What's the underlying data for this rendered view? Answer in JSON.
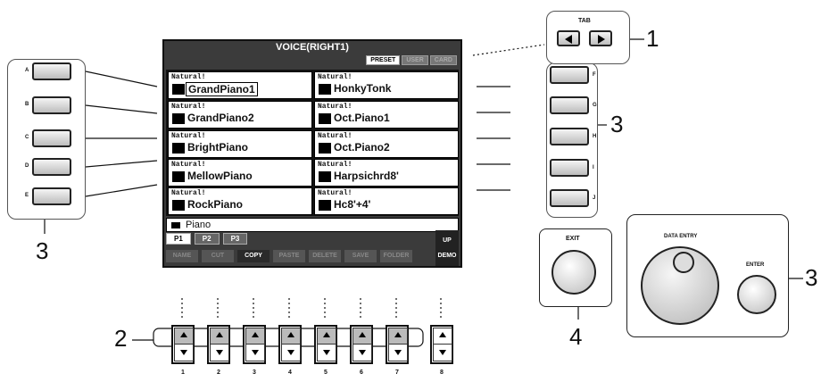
{
  "screen": {
    "title": "VOICE(RIGHT1)",
    "tabs": [
      "PRESET",
      "USER",
      "CARD"
    ],
    "voices": [
      {
        "category": "Natural!",
        "name": "GrandPiano1"
      },
      {
        "category": "Natural!",
        "name": "HonkyTonk"
      },
      {
        "category": "Natural!",
        "name": "GrandPiano2"
      },
      {
        "category": "Natural!",
        "name": "Oct.Piano1"
      },
      {
        "category": "Natural!",
        "name": "BrightPiano"
      },
      {
        "category": "Natural!",
        "name": "Oct.Piano2"
      },
      {
        "category": "Natural!",
        "name": "MellowPiano"
      },
      {
        "category": "Natural!",
        "name": "Harpsichrd8'"
      },
      {
        "category": "Natural!",
        "name": "RockPiano"
      },
      {
        "category": "Natural!",
        "name": "Hc8'+4'"
      }
    ],
    "folder": "Piano",
    "pages": [
      "P1",
      "P2",
      "P3"
    ],
    "functions": [
      "NAME",
      "CUT",
      "COPY",
      "PASTE",
      "DELETE",
      "SAVE",
      "FOLDER"
    ],
    "up_label": "UP",
    "demo_label": "DEMO"
  },
  "left_buttons": [
    "A",
    "B",
    "C",
    "D",
    "E"
  ],
  "right_buttons": [
    "F",
    "G",
    "H",
    "I",
    "J"
  ],
  "tab_label": "TAB",
  "exit_label": "EXIT",
  "data_entry_label": "DATA ENTRY",
  "enter_label": "ENTER",
  "bottom_buttons": [
    "1",
    "2",
    "3",
    "4",
    "5",
    "6",
    "7",
    "8"
  ],
  "callouts": {
    "tab": "1",
    "bottom": "2",
    "left": "3",
    "right": "3",
    "dial": "3",
    "exit": "4"
  }
}
